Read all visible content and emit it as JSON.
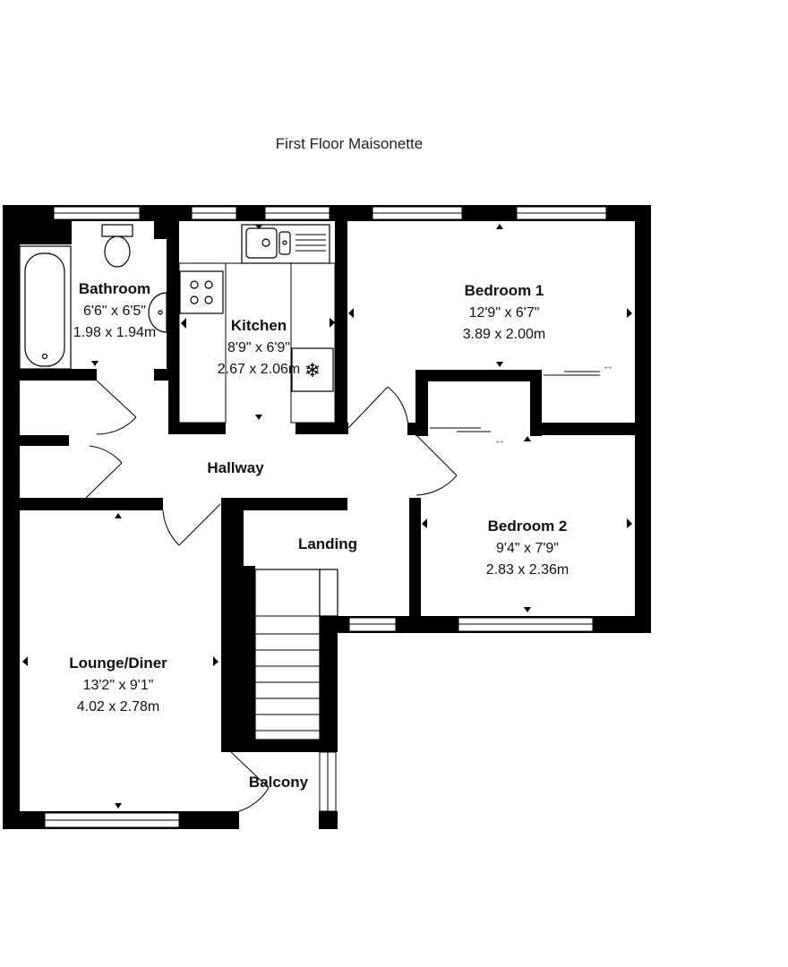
{
  "title": "First Floor Maisonette",
  "rooms": {
    "bathroom": {
      "name": "Bathroom",
      "imperial": "6'6\" x 6'5\"",
      "metric": "1.98 x 1.94m"
    },
    "kitchen": {
      "name": "Kitchen",
      "imperial": "8'9\" x 6'9\"",
      "metric": "2.67 x 2.06m"
    },
    "bedroom1": {
      "name": "Bedroom 1",
      "imperial": "12'9\" x 6'7\"",
      "metric": "3.89 x 2.00m"
    },
    "bedroom2": {
      "name": "Bedroom 2",
      "imperial": "9'4\" x 7'9\"",
      "metric": "2.83 x 2.36m"
    },
    "lounge": {
      "name": "Lounge/Diner",
      "imperial": "13'2\" x 9'1\"",
      "metric": "4.02 x 2.78m"
    },
    "hallway": {
      "name": "Hallway"
    },
    "landing": {
      "name": "Landing"
    },
    "balcony": {
      "name": "Balcony"
    }
  },
  "icons": [
    "toilet-icon",
    "bath-icon",
    "basin-icon",
    "sink-icon",
    "hob-icon",
    "fridge-icon",
    "stairs-icon",
    "door-swing-icon",
    "window-icon",
    "sliding-door-icon",
    "dimension-arrow-icon"
  ],
  "colors": {
    "wall": "#000000",
    "background": "#ffffff"
  }
}
